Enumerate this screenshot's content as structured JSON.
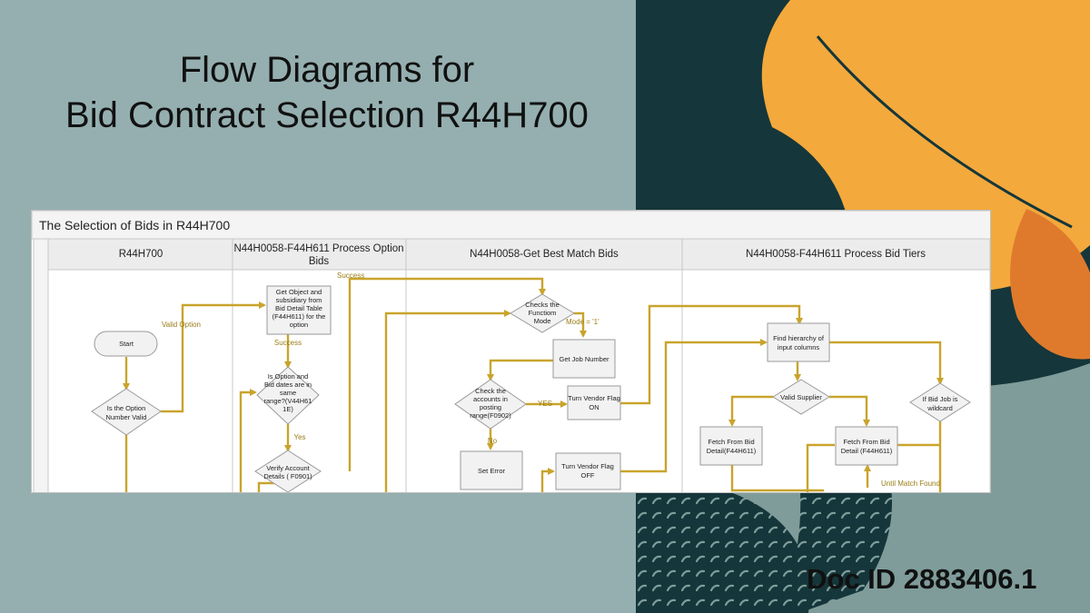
{
  "slide": {
    "title_line1": "Flow Diagrams for",
    "title_line2": "Bid Contract Selection R44H700",
    "doc_id": "Doc ID 2883406.1"
  },
  "colors": {
    "background": "#95afb0",
    "dark_teal": "#15363a",
    "orange": "#f3a93c",
    "dark_orange": "#df7a2d",
    "connector": "#c9a42c",
    "shape_fill": "#f2f2f2",
    "shape_stroke": "#9a9a9a"
  },
  "diagram": {
    "title": "The Selection of Bids in R44H700",
    "lanes": [
      {
        "header": "R44H700"
      },
      {
        "header_line1": "N44H0058-F44H611 Process Option",
        "header_line2": "Bids"
      },
      {
        "header": "N44H0058-Get Best Match Bids"
      },
      {
        "header": "N44H0058-F44H611 Process Bid Tiers"
      }
    ],
    "nodes": {
      "start": {
        "text": "Start"
      },
      "option_valid": {
        "line1": "Is the Option",
        "line2": "Number Valid"
      },
      "get_object": {
        "line1": "Get Object and",
        "line2": "subsidiary from",
        "line3": "Bid Detail Table",
        "line4": "(F44H611) for the",
        "line5": "option"
      },
      "dates_range": {
        "line1": "Is Option and",
        "line2": "Bid dates are in",
        "line3": "same",
        "line4": "range?(V44H61",
        "line5": "1E)"
      },
      "verify_account": {
        "line1": "Verify Account",
        "line2": "Details ( F0901)"
      },
      "function_mode": {
        "line1": "Checks the",
        "line2": "Functiom",
        "line3": "Mode"
      },
      "get_job": {
        "text": "Get Job Number"
      },
      "check_accounts": {
        "line1": "Check the",
        "line2": "accounts in",
        "line3": "posting",
        "line4": "range(F0902)"
      },
      "vendor_on": {
        "line1": "Turn Vendor Flag",
        "line2": "ON"
      },
      "set_error": {
        "text": "Set Error"
      },
      "vendor_off": {
        "line1": "Turn Vendor Flag",
        "line2": "OFF"
      },
      "find_hierarchy": {
        "line1": "Find hierarchy of",
        "line2": "input columns"
      },
      "valid_supplier": {
        "text": "Valid Supplier"
      },
      "if_bid_job": {
        "line1": "If Bid Job is",
        "line2": "wildcard"
      },
      "fetch_left": {
        "line1": "Fetch From Bid",
        "line2": "Detail(F44H611)"
      },
      "fetch_right": {
        "line1": "Fetch From Bid",
        "line2": "Detail (F44H611)"
      }
    },
    "labels": {
      "valid_option": "Valid Option",
      "success_1": "Success",
      "success_2": "Success",
      "yes_1": "Yes",
      "mode": "Mode = '1'",
      "yes_2": "YES",
      "no": "No",
      "until_match": "Until Match Found"
    }
  }
}
